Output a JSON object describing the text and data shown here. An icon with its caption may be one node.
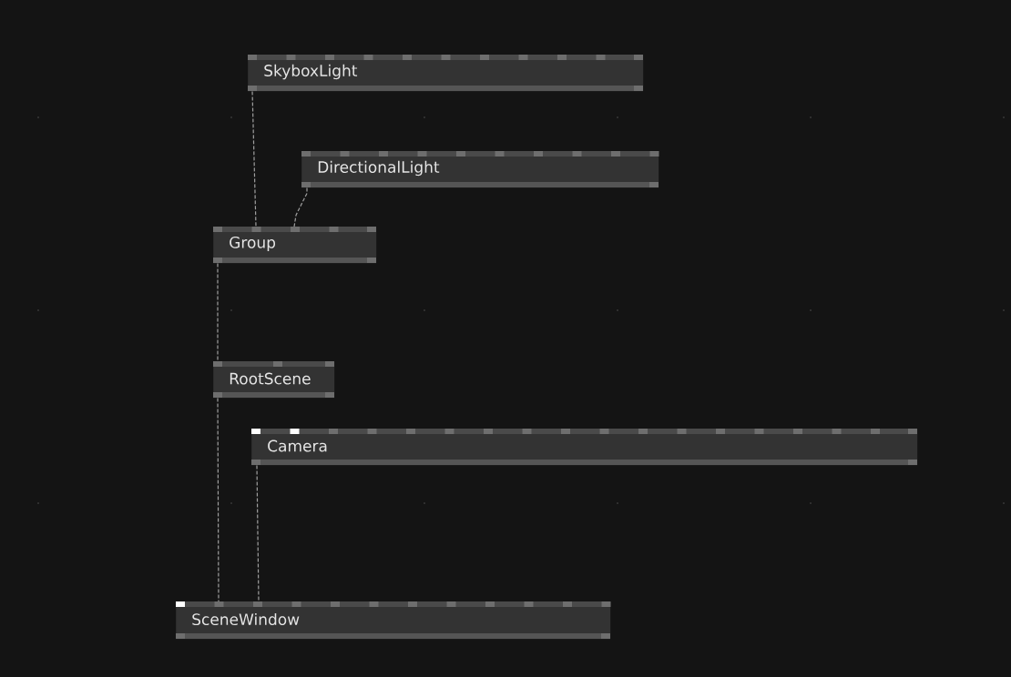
{
  "diagram": {
    "nodes": [
      {
        "text": [
          "SkyboxLight"
        ]
      },
      {
        "text": [
          "DirectionalLight"
        ]
      },
      {
        "text": [
          "Group"
        ]
      },
      {
        "text": [
          "RootScene"
        ]
      },
      {
        "text": [
          "Camera"
        ]
      },
      {
        "text": [
          "SceneWindow"
        ]
      }
    ],
    "edges": [
      {
        "from": 0,
        "to": 2,
        "arrow": "none",
        "style": "dashed"
      },
      {
        "from": 1,
        "to": 2,
        "arrow": "none",
        "style": "dashed"
      },
      {
        "from": 2,
        "to": 3,
        "arrow": "none",
        "style": "dashed"
      },
      {
        "from": 3,
        "to": 5,
        "arrow": "none",
        "style": "dashed"
      },
      {
        "from": 4,
        "to": 5,
        "arrow": "none",
        "style": "dashed"
      }
    ]
  }
}
